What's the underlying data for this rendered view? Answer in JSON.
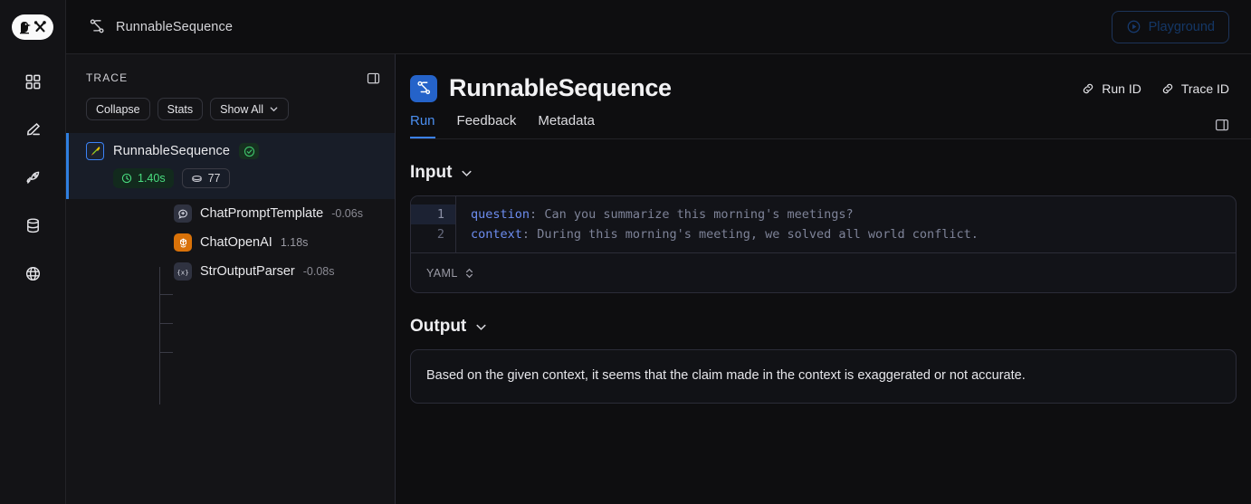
{
  "app": {
    "logo_icon": "langsmith-parrot-logo",
    "rail_items": [
      {
        "icon": "grid-apps-icon",
        "name": "projects"
      },
      {
        "icon": "pencil-edit-icon",
        "name": "annotate"
      },
      {
        "icon": "rocket-icon",
        "name": "deployments"
      },
      {
        "icon": "database-icon",
        "name": "datasets"
      },
      {
        "icon": "globe-icon",
        "name": "hub"
      }
    ]
  },
  "topbar": {
    "breadcrumb_icon": "sequence-icon",
    "breadcrumb_label": "RunnableSequence",
    "playground_label": "Playground",
    "playground_icon": "play-circle-icon"
  },
  "trace": {
    "header_label": "TRACE",
    "panel_toggle_icon": "panel-toggle-icon",
    "tools": [
      {
        "label": "Collapse",
        "name": "collapse-button",
        "icon": null
      },
      {
        "label": "Stats",
        "name": "stats-button",
        "icon": null
      },
      {
        "label": "Show All",
        "name": "show-all-button",
        "icon": "chevron-down-icon"
      }
    ],
    "root": {
      "name": "RunnableSequence",
      "icon": "langchain-parrot-icon",
      "status_icon": "check-circle-icon",
      "duration": "1.40s",
      "duration_icon": "clock-icon",
      "tokens": "77",
      "tokens_icon": "token-coin-icon"
    },
    "children": [
      {
        "name": "ChatPromptTemplate",
        "time": "-0.06s",
        "icon": "chat-bubble-icon"
      },
      {
        "name": "ChatOpenAI",
        "time": "1.18s",
        "icon": "openai-icon"
      },
      {
        "name": "StrOutputParser",
        "time": "-0.08s",
        "icon": "braces-icon"
      }
    ]
  },
  "main": {
    "title": "RunnableSequence",
    "title_icon": "sequence-icon",
    "actions": [
      {
        "label": "Run ID",
        "icon": "link-icon",
        "name": "run-id-button"
      },
      {
        "label": "Trace ID",
        "icon": "link-icon",
        "name": "trace-id-button"
      }
    ],
    "right_panel_icon": "panel-toggle-icon",
    "tabs": [
      {
        "label": "Run",
        "active": true
      },
      {
        "label": "Feedback",
        "active": false
      },
      {
        "label": "Metadata",
        "active": false
      }
    ],
    "input": {
      "title": "Input",
      "chevron_icon": "chevron-down-icon",
      "lines": [
        {
          "num": "1",
          "key": "question",
          "value": "Can you summarize this morning's meetings?"
        },
        {
          "num": "2",
          "key": "context",
          "value": "During this morning's meeting, we solved all world conflict."
        }
      ],
      "format": "YAML",
      "format_icon": "chevron-up-down-icon"
    },
    "output": {
      "title": "Output",
      "chevron_icon": "chevron-down-icon",
      "text": "Based on the given context, it seems that the claim made in the context is exaggerated or not accurate."
    }
  },
  "colors": {
    "accent_blue": "#3b82f6",
    "success_green": "#4ade80",
    "openai_orange": "#d97209",
    "bg": "#0e0e10",
    "panel_bg": "#141417",
    "selected_row": "#181d28"
  }
}
